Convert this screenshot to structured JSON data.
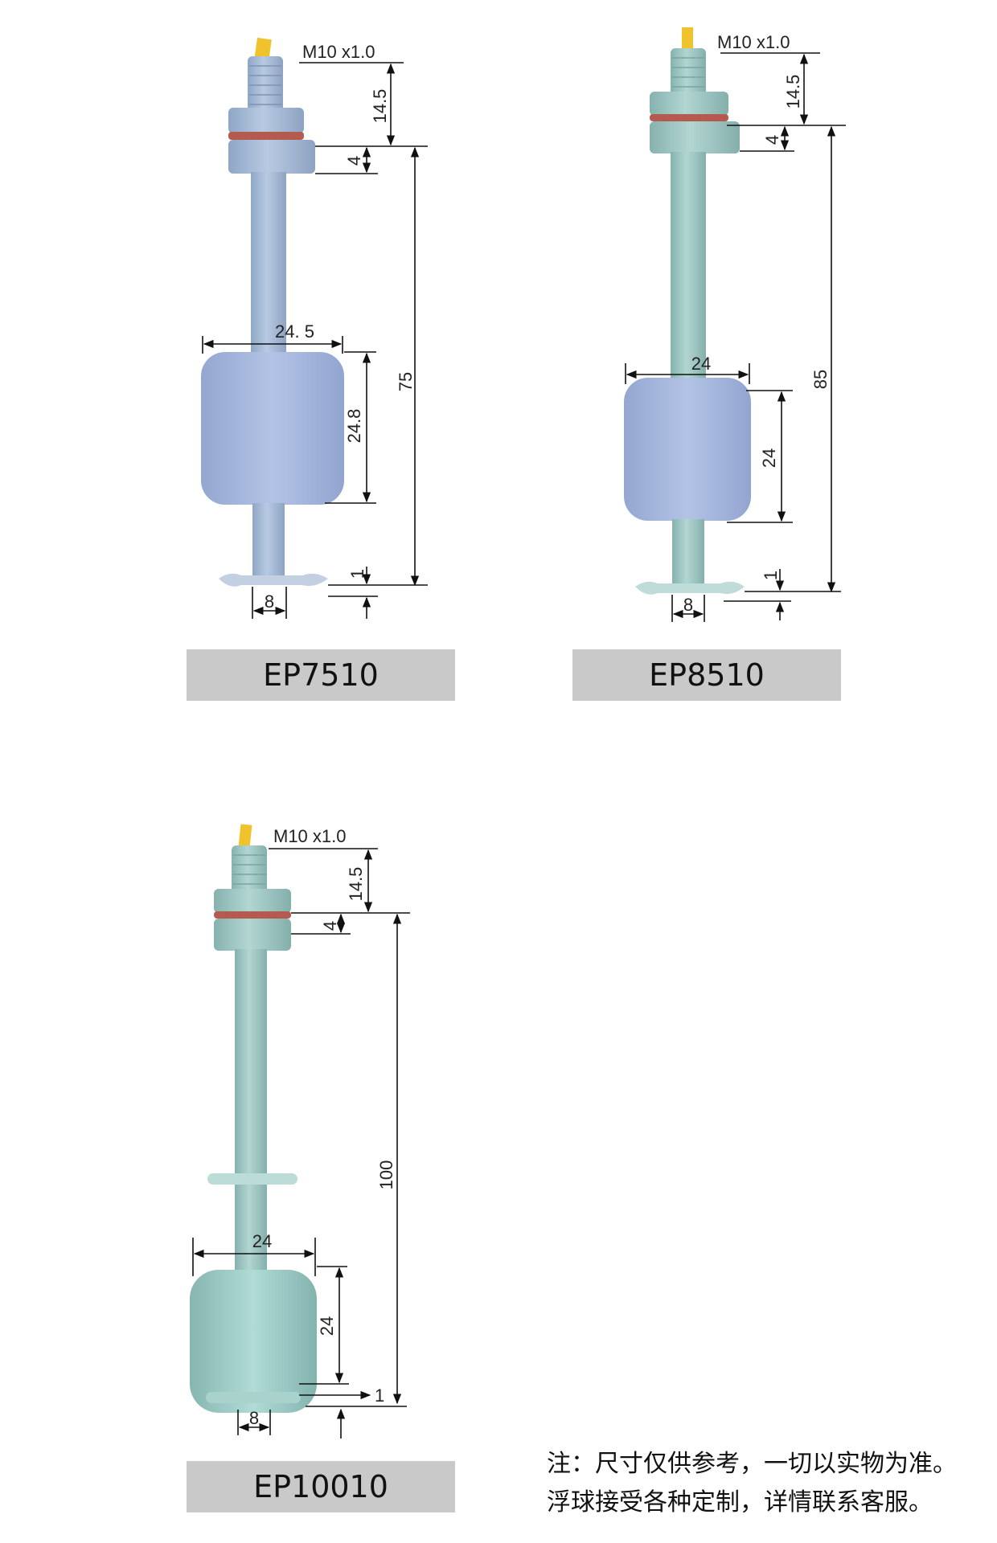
{
  "products": [
    {
      "model": "EP7510",
      "thread": "M10 x1.0",
      "dims": {
        "thread_len": "14.5",
        "nut": "4",
        "total": "75",
        "float_width": "24. 5",
        "float_height": "24.8",
        "clip": "1",
        "tip": "8"
      }
    },
    {
      "model": "EP8510",
      "thread": "M10 x1.0",
      "dims": {
        "thread_len": "14.5",
        "nut": "4",
        "total": "85",
        "float_width": "24",
        "float_height": "24",
        "clip": "1",
        "tip": "8"
      }
    },
    {
      "model": "EP10010",
      "thread": "M10 x1.0",
      "dims": {
        "thread_len": "14.5",
        "nut": "4",
        "total": "100",
        "float_width": "24",
        "float_height": "24",
        "clip": "1",
        "tip": "8"
      }
    }
  ],
  "note": {
    "line1": "注：尺寸仅供参考，一切以实物为准。",
    "line2": "浮球接受各种定制，详情联系客服。"
  },
  "colors": {
    "body_blue": "#a9bdd6",
    "float_blue": "#a6b8dc",
    "body_teal": "#9fc8c4",
    "float_teal": "#9ccbc6",
    "seal_red": "#b55a4e",
    "wire_yellow": "#f0c22c",
    "label_gray": "#c9c9c9"
  }
}
